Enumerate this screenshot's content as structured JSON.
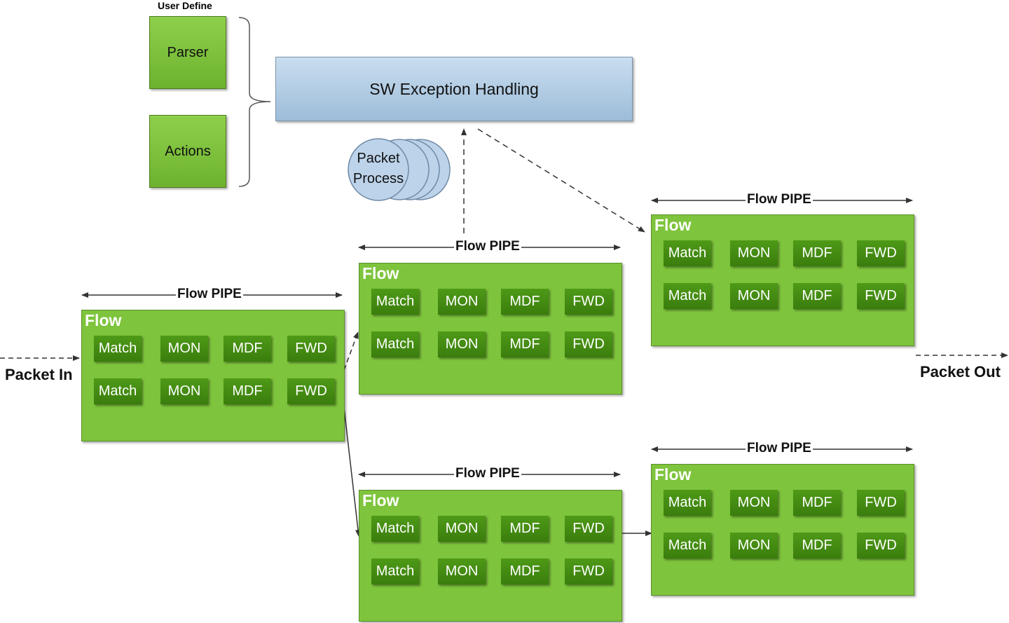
{
  "user_define": {
    "title": "User Define",
    "items": [
      "Parser",
      "Actions"
    ]
  },
  "sw_exception": {
    "label": "SW Exception Handling"
  },
  "packet_process": {
    "line1": "Packet",
    "line2": "Process"
  },
  "io": {
    "packet_in": "Packet In",
    "packet_out": "Packet Out"
  },
  "pipes": [
    {
      "pipe_label": "Flow PIPE",
      "flow_label": "Flow",
      "rows": [
        [
          "Match",
          "MON",
          "MDF",
          "FWD"
        ],
        [
          "Match",
          "MON",
          "MDF",
          "FWD"
        ]
      ]
    },
    {
      "pipe_label": "Flow PIPE",
      "flow_label": "Flow",
      "rows": [
        [
          "Match",
          "MON",
          "MDF",
          "FWD"
        ],
        [
          "Match",
          "MON",
          "MDF",
          "FWD"
        ]
      ]
    },
    {
      "pipe_label": "Flow PIPE",
      "flow_label": "Flow",
      "rows": [
        [
          "Match",
          "MON",
          "MDF",
          "FWD"
        ],
        [
          "Match",
          "MON",
          "MDF",
          "FWD"
        ]
      ]
    },
    {
      "pipe_label": "Flow PIPE",
      "flow_label": "Flow",
      "rows": [
        [
          "Match",
          "MON",
          "MDF",
          "FWD"
        ],
        [
          "Match",
          "MON",
          "MDF",
          "FWD"
        ]
      ]
    },
    {
      "pipe_label": "Flow PIPE",
      "flow_label": "Flow",
      "rows": [
        [
          "Match",
          "MON",
          "MDF",
          "FWD"
        ],
        [
          "Match",
          "MON",
          "MDF",
          "FWD"
        ]
      ]
    }
  ],
  "colors": {
    "flow_green": "#7ec43c",
    "cell_green": "#3f8510",
    "sw_blue": "#b3cfe6",
    "process_blue": "#bcd3ea"
  }
}
